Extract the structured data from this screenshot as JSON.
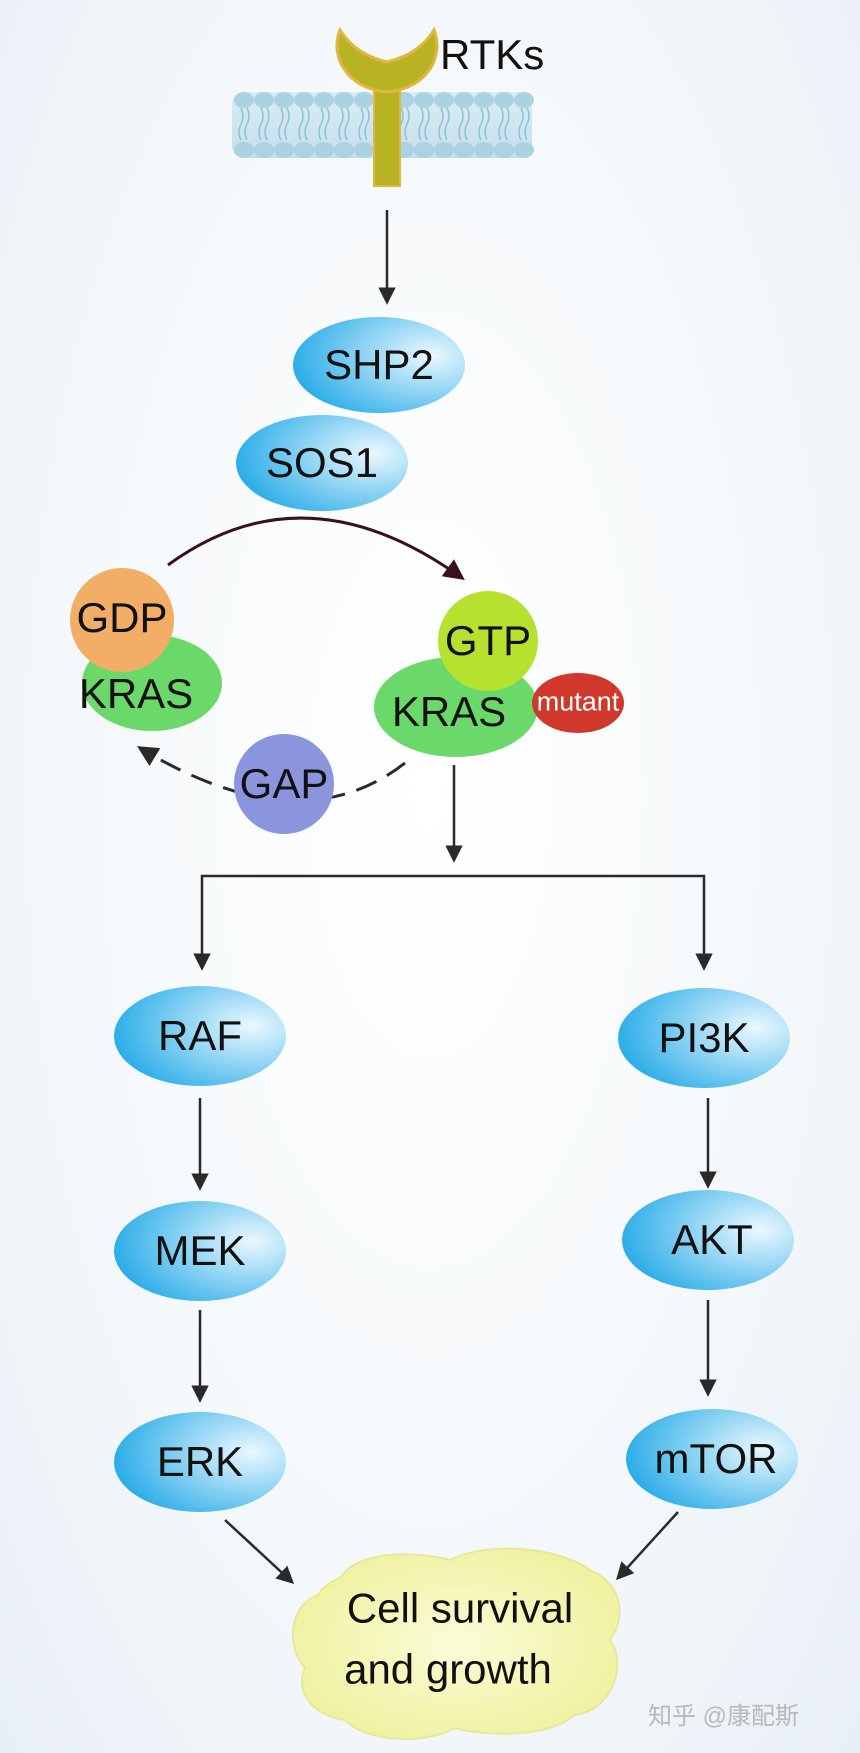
{
  "labels": {
    "rtks": "RTKs",
    "shp2": "SHP2",
    "sos1": "SOS1",
    "gdp": "GDP",
    "kras_gdp": "KRAS",
    "gtp": "GTP",
    "kras_gtp": "KRAS",
    "mutant": "mutant",
    "gap": "GAP",
    "raf": "RAF",
    "mek": "MEK",
    "erk": "ERK",
    "pi3k": "PI3K",
    "akt": "AKT",
    "mtor": "mTOR",
    "outcome_line1": "Cell survival",
    "outcome_line2": "and growth"
  },
  "watermark": "知乎 @康配斯",
  "colors": {
    "receptor": "#b7b322",
    "receptor_outline": "#e2b640",
    "membrane": "#a9d3e3",
    "node_blue": "#5cc2ef",
    "gdp": "#f2ad66",
    "gtp": "#b6e12f",
    "kras": "#6bd86a",
    "mutant": "#d0382b",
    "gap": "#8a95dd",
    "outcome": "#f0f3a8",
    "arrow": "#2a2a2a",
    "cycle_arrow": "#3a1020"
  }
}
